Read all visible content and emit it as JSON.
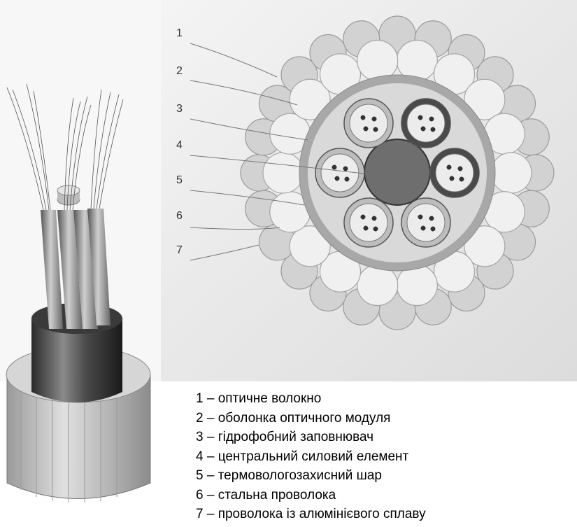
{
  "callouts": [
    "1",
    "2",
    "3",
    "4",
    "5",
    "6",
    "7"
  ],
  "legend": [
    "1 – оптичне волокно",
    "2 – оболонка оптичного модуля",
    "3 – гідрофобний заповнювач",
    "4 – центральний силовий елемент",
    "5 – термовологозахисний шар",
    "6 – стальна проволока",
    "7 – проволока із алюмінієвого сплаву"
  ]
}
